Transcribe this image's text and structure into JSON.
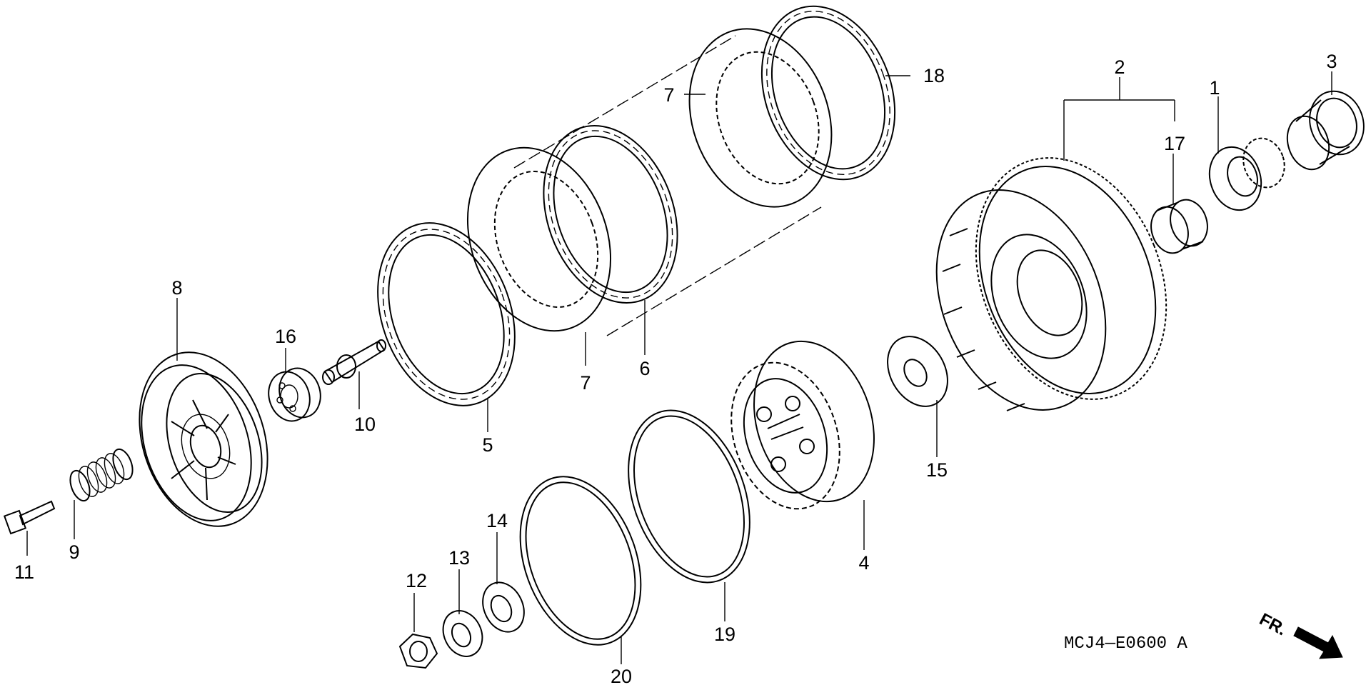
{
  "diagram_code": "MCJ4—E0600 A",
  "front_marker": "FR.",
  "labels": {
    "p1": "1",
    "p2": "2",
    "p3": "3",
    "p4": "4",
    "p5": "5",
    "p6": "6",
    "p7a": "7",
    "p7b": "7",
    "p8": "8",
    "p9": "9",
    "p10": "10",
    "p11": "11",
    "p12": "12",
    "p13": "13",
    "p14": "14",
    "p15": "15",
    "p16": "16",
    "p17": "17",
    "p18": "18",
    "p19": "19",
    "p20": "20"
  },
  "icons": {
    "front_arrow": "arrow-right-down-icon"
  }
}
